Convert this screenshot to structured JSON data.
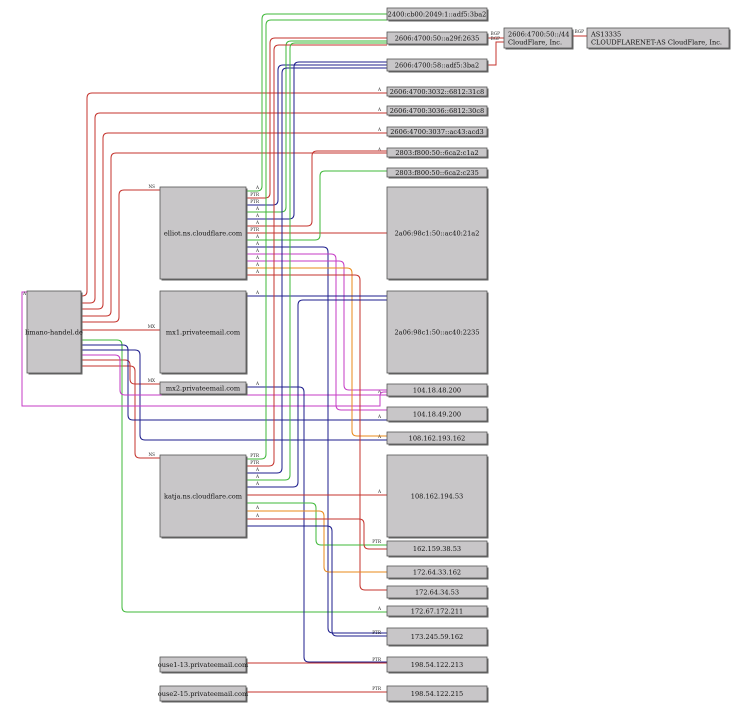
{
  "colors": {
    "red": "#c4332d",
    "green": "#3fb83a",
    "blue": "#1d1d8c",
    "magenta": "#c53bc5",
    "orange": "#e8891a"
  },
  "domain_node": {
    "label": "limano-handel.de"
  },
  "hosts": {
    "elliot": "elliot.ns.cloudflare.com",
    "mx1": "mx1.privateemail.com",
    "mx2": "mx2.privateemail.com",
    "katja": "katja.ns.cloudflare.com",
    "ouse1": "ouse1-13.privateemail.com",
    "ouse2": "ouse2-15.privateemail.com"
  },
  "ipv6": [
    "2400:cb00:2049:1::adf5:3ba2",
    "2606:4700:50::a29f:2635",
    "2606:4700:58::adf5:3ba2",
    "2606:4700:3032::6812:31c8",
    "2606:4700:3036::6812:30c8",
    "2606:4700:3037::ac43:acd3",
    "2803:f800:50::6ca2:c1a2",
    "2803:f800:50::6ca2:c235",
    "2a06:98c1:50::ac40:21a2",
    "2a06:98c1:50::ac40:2235"
  ],
  "ipv4": [
    "104.18.48.200",
    "104.18.49.200",
    "108.162.193.162",
    "108.162.194.53",
    "162.159.38.53",
    "172.64.33.162",
    "172.64.34.53",
    "172.67.172.211",
    "173.245.59.162",
    "198.54.122.213",
    "198.54.122.215"
  ],
  "network": {
    "prefix": "2606:4700:50::/44",
    "org": "CloudFlare, Inc."
  },
  "asn": {
    "number": "AS13335",
    "name": "CLOUDFLARENET-AS CloudFlare, Inc."
  },
  "edge_labels": {
    "a": "A",
    "ptr": "PTR",
    "ns": "NS",
    "mx": "MX",
    "bgp": "BGP"
  }
}
